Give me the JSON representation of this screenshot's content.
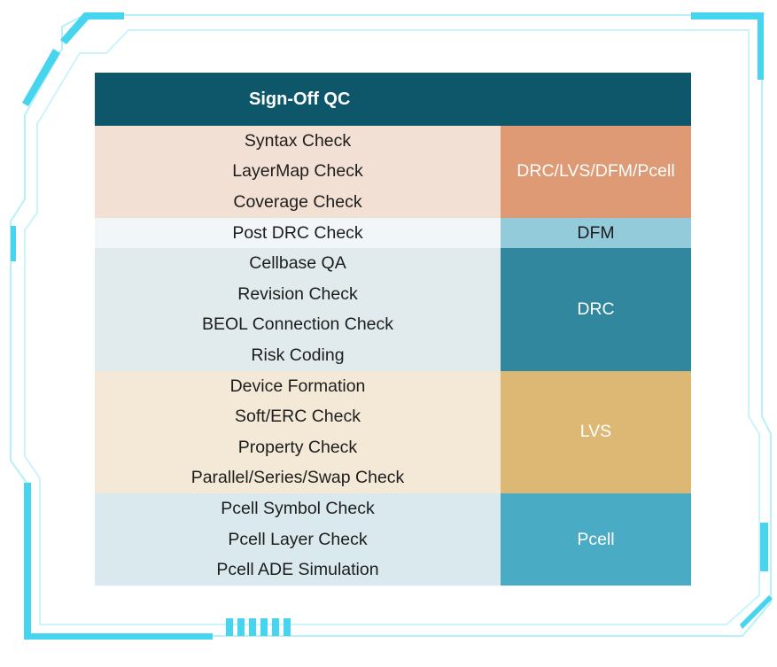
{
  "header": {
    "title": "Sign-Off QC"
  },
  "groups": [
    {
      "items": [
        "Syntax Check",
        "LayerMap Check",
        "Coverage Check"
      ],
      "tag": "DRC/LVS/DFM/Pcell",
      "color": "#dd9a74"
    },
    {
      "items": [
        "Post DRC Check"
      ],
      "tag": "DFM",
      "color": "#94cbdb"
    },
    {
      "items": [
        "Cellbase QA",
        "Revision Check",
        "BEOL Connection Check",
        "Risk Coding"
      ],
      "tag": "DRC",
      "color": "#31879e"
    },
    {
      "items": [
        "Device Formation",
        "Soft/ERC Check",
        "Property Check",
        "Parallel/Series/Swap Check"
      ],
      "tag": "LVS",
      "color": "#dcb874"
    },
    {
      "items": [
        "Pcell Symbol Check",
        "Pcell Layer Check",
        "Pcell ADE Simulation"
      ],
      "tag": "Pcell",
      "color": "#4aabc4"
    }
  ],
  "frame_color": "#4fd8ef"
}
